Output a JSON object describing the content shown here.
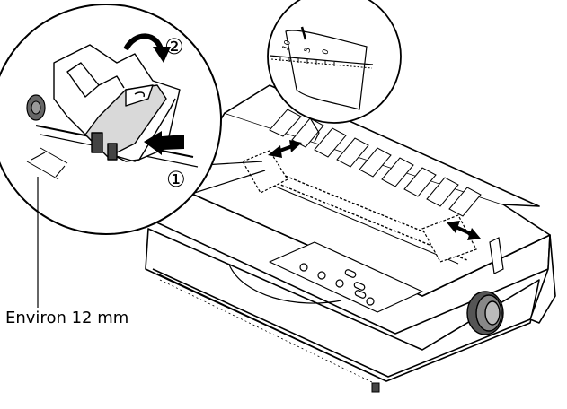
{
  "caption": "Environ 12 mm",
  "steps": {
    "step1": "①",
    "step2": "②"
  },
  "scale": {
    "tick_10": "10",
    "tick_5": "5",
    "tick_0": "0"
  },
  "colors": {
    "line": "#000000",
    "fill": "#ffffff",
    "shade": "#d9d9d9",
    "dark": "#4a4a4a"
  }
}
